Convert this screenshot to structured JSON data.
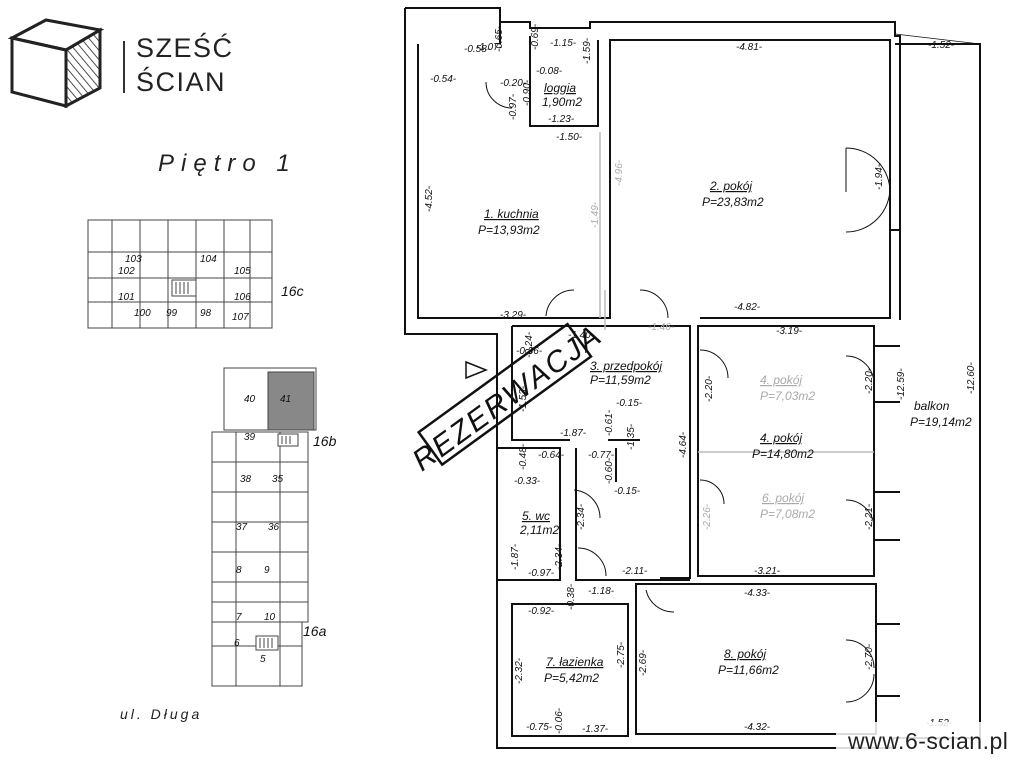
{
  "brand": {
    "line1": "SZEŚĆ",
    "line2": "ŚCIAN"
  },
  "floor_title": "Piętro 1",
  "street": "ul. Długa",
  "watermark": "www.6-scian.pl",
  "stamp": "REZERWACJA",
  "rooms": {
    "kuchnia": {
      "name": "1. kuchnia",
      "area": "P=13,93m2"
    },
    "pokoj2": {
      "name": "2. pokój",
      "area": "P=23,83m2"
    },
    "przedpokoj": {
      "name": "3. przedpokój",
      "area": "P=11,59m2"
    },
    "pokoj4": {
      "name": "4. pokój",
      "area": "P=14,80m2"
    },
    "pokoj4_old": {
      "name": "4. pokój",
      "area": "P=7,03m2"
    },
    "pokoj6_old": {
      "name": "6. pokój",
      "area": "P=7,08m2"
    },
    "wc": {
      "name": "5. wc",
      "area": "2,11m2"
    },
    "lazienka": {
      "name": "7. łazienka",
      "area": "P=5,42m2"
    },
    "pokoj8": {
      "name": "8. pokój",
      "area": "P=11,66m2"
    },
    "loggia": {
      "name": "loggia",
      "area": "1,90m2"
    },
    "balkon": {
      "name": "balkon",
      "area": "P=19,14m2"
    }
  },
  "dimensions": {
    "d_058": "0.58",
    "d_107": "1.07",
    "d_065": "0.65",
    "d_069": "0.69",
    "d_115": "1.15",
    "d_159": "1.59",
    "d_481": "4.81",
    "d_152a": "1.52",
    "d_054": "0.54",
    "d_020": "0.20",
    "d_008": "0.08",
    "d_097a": "0.97",
    "d_090": "0.90",
    "d_123": "1.23",
    "d_150": "1.50",
    "d_496": "4.96",
    "d_194": "1.94",
    "d_452": "4.52",
    "d_149": "1.49",
    "d_329": "3.29",
    "d_482": "4.82",
    "d_140": "1.40",
    "d_146": "1.46",
    "d_036": "0.36",
    "d_024": "0.24",
    "d_153": "1.53",
    "d_319": "3.19",
    "d_220a": "2.20",
    "d_220b": "2.20",
    "d_1259": "12.59",
    "d_1260": "12.60",
    "d_187": "1.87",
    "d_061": "0.61",
    "d_015a": "0.15",
    "d_135": "1.35",
    "d_464": "4.64",
    "d_048": "0.48",
    "d_064": "0.64",
    "d_077": "0.77",
    "d_033": "0.33",
    "d_060": "0.60",
    "d_015b": "0.15",
    "d_234a": "2.34",
    "d_221": "2.21",
    "d_187b": "1.87",
    "d_234b": "2.34",
    "d_097b": "0.97",
    "d_211": "2.11",
    "d_321": "3.21",
    "d_038": "0.38",
    "d_118": "1.18",
    "d_433": "4.33",
    "d_092": "0.92",
    "d_275": "2.75",
    "d_269": "2.69",
    "d_270": "2.70",
    "d_232": "2.32",
    "d_075": "0.75",
    "d_006": "0.06",
    "d_137": "1.37",
    "d_432": "4.32",
    "d_152b": "1.52",
    "d_226": "2.26"
  },
  "keymap": {
    "building_c": {
      "label": "16c",
      "units": [
        "103",
        "104",
        "102",
        "105",
        "101",
        "106",
        "100",
        "99",
        "98",
        "107"
      ]
    },
    "building_b": {
      "label": "16b",
      "units": [
        "40",
        "41",
        "39",
        "38",
        "35",
        "37",
        "36"
      ]
    },
    "building_a": {
      "label": "16a",
      "units": [
        "8",
        "9",
        "7",
        "10",
        "6",
        "5"
      ]
    }
  }
}
